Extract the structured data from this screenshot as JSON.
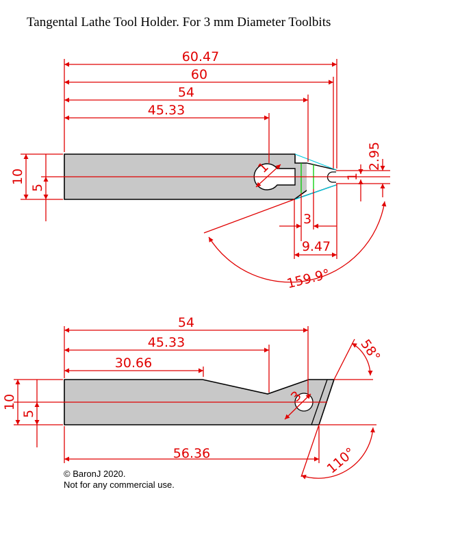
{
  "title": "Tangental Lathe Tool Holder. For 3 mm Diameter Toolbits",
  "copyright": {
    "line1": "© BaronJ 2020.",
    "line2": "Not for any commercial use."
  },
  "colors": {
    "dimension": "#e00000",
    "part_fill": "#c8c8c8",
    "outline": "#000000",
    "green_line": "#00cc00",
    "cyan_line": "#00c8e0"
  },
  "top_view": {
    "dims": {
      "overall": "60.47",
      "length": "60",
      "slot_end": "54",
      "hole_center": "45.33",
      "height": "10",
      "half_height": "5",
      "hole_diameter": "1",
      "slot_width": "2.95",
      "small_gap": "1",
      "slot_depth": "3",
      "vee_length": "9.47",
      "vee_angle": "159.9°"
    }
  },
  "side_view": {
    "dims": {
      "slot_end": "54",
      "hole_center": "45.33",
      "taper_start": "30.66",
      "height": "10",
      "half_height": "5",
      "bottom_length": "56.36",
      "hole_diameter": "3",
      "tip_angle": "58°",
      "end_angle": "110°"
    }
  }
}
